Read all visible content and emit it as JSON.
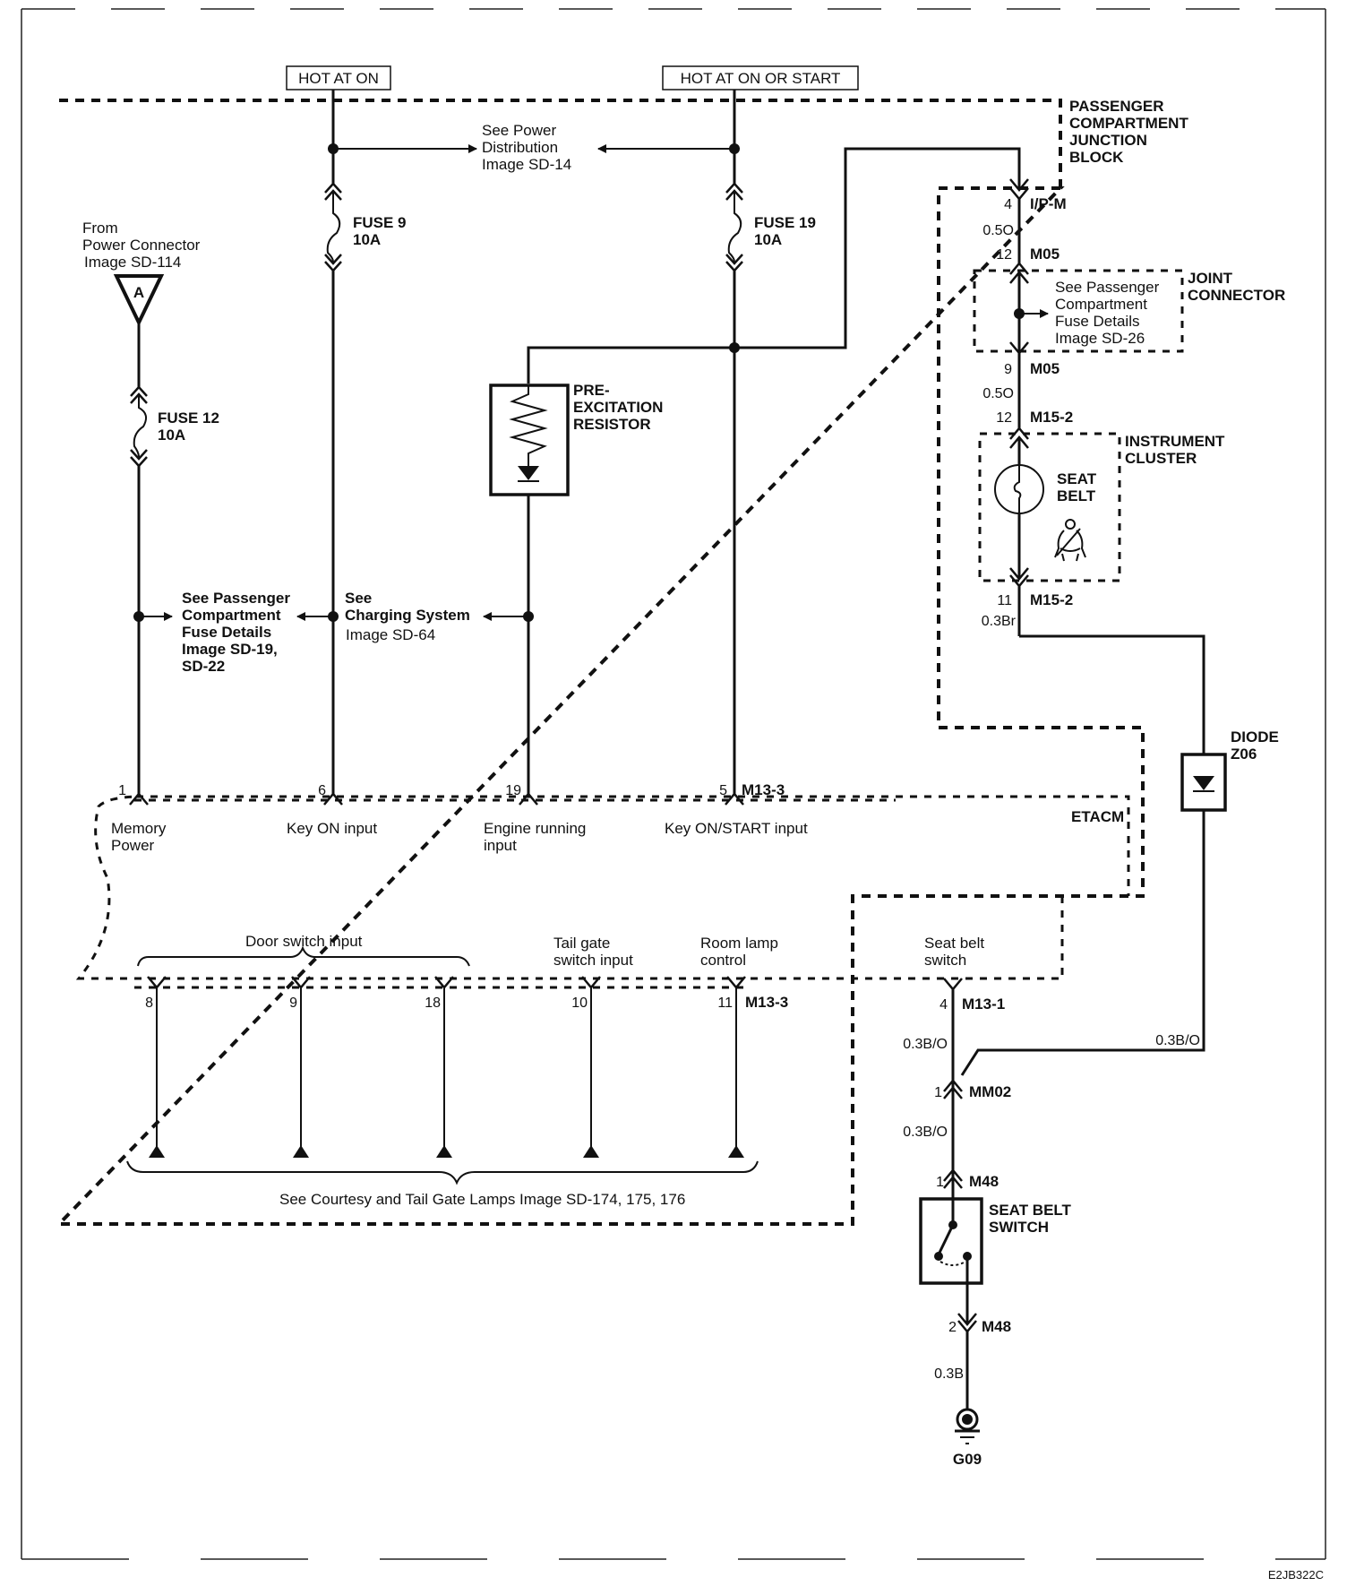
{
  "power_sources": {
    "hot_at_on": "HOT AT ON",
    "hot_at_on_or_start": "HOT AT ON OR START"
  },
  "components": {
    "passenger_junction_block": [
      "PASSENGER",
      "COMPARTMENT",
      "JUNCTION",
      "BLOCK"
    ],
    "joint_connector": [
      "JOINT",
      "CONNECTOR"
    ],
    "instrument_cluster": [
      "INSTRUMENT",
      "CLUSTER"
    ],
    "seat_belt_lamp": [
      "SEAT",
      "BELT"
    ],
    "pre_excitation_resistor": [
      "PRE-",
      "EXCITATION",
      "RESISTOR"
    ],
    "diode": [
      "DIODE",
      "Z06"
    ],
    "etacm": "ETACM",
    "seat_belt_switch": [
      "SEAT BELT",
      "SWITCH"
    ],
    "ground": "G09"
  },
  "fuses": [
    {
      "name": "FUSE 12",
      "rating": "10A"
    },
    {
      "name": "FUSE 9",
      "rating": "10A"
    },
    {
      "name": "FUSE 19",
      "rating": "10A"
    }
  ],
  "references": {
    "power_distribution": [
      "See Power",
      "Distribution",
      "Image SD-14"
    ],
    "power_connector": [
      "From",
      "Power Connector",
      "Image SD-114"
    ],
    "power_connector_symbol": "A",
    "passenger_fuse_details_left": [
      "See Passenger",
      "Compartment",
      "Fuse Details",
      "Image SD-19,",
      "SD-22"
    ],
    "charging_system": [
      "See",
      "Charging System",
      "Image SD-64"
    ],
    "passenger_fuse_details_joint": [
      "See Passenger",
      "Compartment",
      "Fuse Details",
      "Image SD-26"
    ],
    "courtesy_lamps": "See Courtesy and Tail Gate Lamps Image SD-174, 175, 176"
  },
  "etacm_inputs_top": [
    {
      "pin": "1",
      "label": [
        "Memory",
        "Power"
      ]
    },
    {
      "pin": "6",
      "label": [
        "Key ON input"
      ]
    },
    {
      "pin": "19",
      "label": [
        "Engine running",
        "input"
      ]
    },
    {
      "pin": "5",
      "connector": "M13-3",
      "label": [
        "Key ON/START input"
      ]
    }
  ],
  "etacm_inputs_bottom": {
    "door_switch_label": "Door switch input",
    "tail_gate_label": [
      "Tail gate",
      "switch input"
    ],
    "room_lamp_label": [
      "Room lamp",
      "control"
    ],
    "seat_belt_label": [
      "Seat belt",
      "switch"
    ],
    "pins": [
      "8",
      "9",
      "18",
      "10",
      "11"
    ],
    "connector": "M13-3",
    "seat_belt_pin": "4",
    "seat_belt_connector": "M13-1"
  },
  "right_circuit": {
    "ipm_pin": "4",
    "ipm_connector": "I/P-M",
    "wire1": "0.5O",
    "m05_pin_a": "12",
    "m05_connector": "M05",
    "m05_pin_b": "9",
    "wire2": "0.5O",
    "m152_pin_a": "12",
    "m152_connector": "M15-2",
    "m152_pin_b": "11",
    "wire3": "0.3Br",
    "wire4": "0.3B/O",
    "wire5": "0.3B/O",
    "mm02_pin": "1",
    "mm02_connector": "MM02",
    "wire6": "0.3B/O",
    "m48_pin_a": "1",
    "m48_connector": "M48",
    "m48_pin_b": "2",
    "wire7": "0.3B"
  },
  "figure_id": "E2JB322C"
}
